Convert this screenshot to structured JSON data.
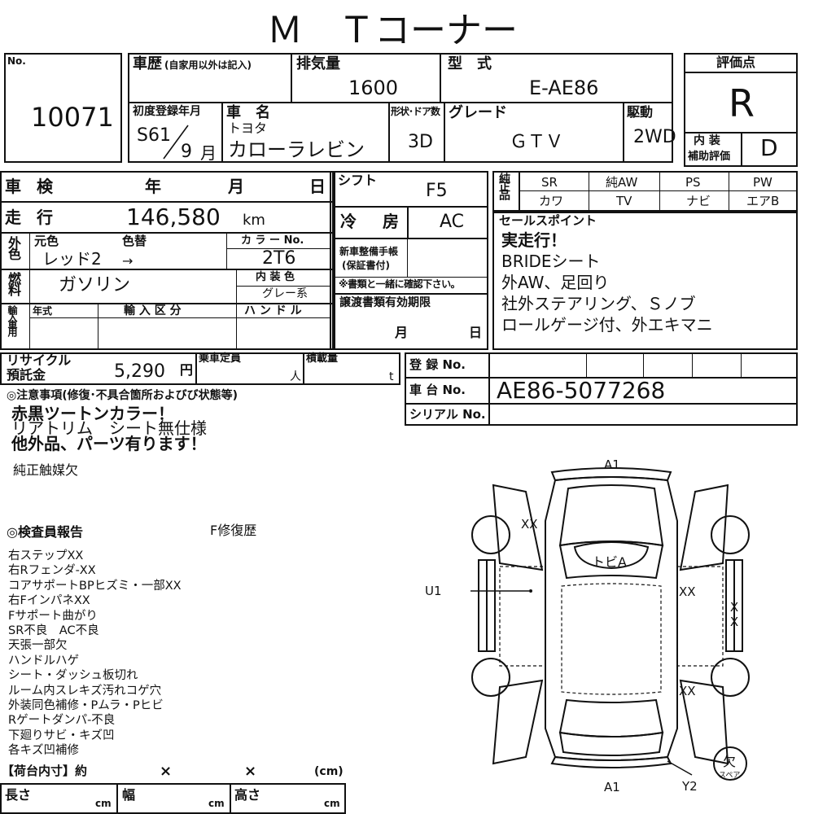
{
  "title": "Ｍ　Ｔコーナー",
  "lot": {
    "label": "No.",
    "number": "10071"
  },
  "history": {
    "label": "車歴",
    "note": "(自家用以外は記入)"
  },
  "displacement": {
    "label": "排気量",
    "value": "1600"
  },
  "model": {
    "label": "型　式",
    "value": "E-AE86"
  },
  "rating": {
    "label": "評価点",
    "value": "R",
    "interior_label_1": "内 装",
    "interior_label_2": "補助評価",
    "interior_value": "D"
  },
  "first_reg": {
    "label": "初度登録年月",
    "era": "S61",
    "month": "9",
    "month_unit": "月"
  },
  "name": {
    "label": "車　名",
    "maker": "トヨタ",
    "value": "カローラレビン"
  },
  "body_type": {
    "label": "形状･ドア数",
    "value": "3D"
  },
  "grade": {
    "label": "グレード",
    "value": "ＧＴＶ"
  },
  "drive": {
    "label": "駆動",
    "value": "2WD"
  },
  "inspection": {
    "label": "車 検",
    "year": "年",
    "month": "月",
    "day": "日"
  },
  "mileage": {
    "label": "走 行",
    "value": "146,580",
    "unit": "km"
  },
  "shift": {
    "label": "シフト",
    "value": "F5"
  },
  "aircon": {
    "label": "冷　房",
    "value": "AC"
  },
  "options": {
    "side_label": "純正品",
    "row1": [
      "SR",
      "純AW",
      "PS",
      "PW"
    ],
    "row2": [
      "カワ",
      "TV",
      "ナビ",
      "エアB"
    ]
  },
  "exterior": {
    "side_label": "外色",
    "orig_label": "元色",
    "repaint_label": "色替",
    "value": "レッド2",
    "arrow": "→"
  },
  "color_no": {
    "label": "カ ラ ー No.",
    "value": "2T6"
  },
  "fuel": {
    "side_label": "燃料",
    "value": "ガソリン"
  },
  "interior_color": {
    "label": "内 装 色",
    "value": "グレー系"
  },
  "maintenance": {
    "label_1": "新車整備手帳",
    "label_2": "(保証書付)",
    "note": "※書類と一緒に確認下さい。"
  },
  "sales_point": {
    "label": "セールスポイント",
    "lines": [
      "実走行！",
      "BRIDEシート",
      "外AW、足回り",
      "社外ステアリング、Ｓノブ",
      "ロールゲージ付、外エキマニ"
    ]
  },
  "import": {
    "side_label": "輸入車用",
    "year_label": "年式",
    "kind_label": "輸 入 区 分",
    "handle_label": "ハ ン ド ル"
  },
  "transfer": {
    "label": "譲渡書類有効期限",
    "month": "月",
    "day": "日"
  },
  "recycle": {
    "label_1": "リサイクル",
    "label_2": "預託金",
    "value": "5,290",
    "unit": "円"
  },
  "capacity": {
    "label": "乗車定員",
    "unit": "人"
  },
  "load": {
    "label": "積載量",
    "unit": "t"
  },
  "registration": {
    "label": "登 録 No."
  },
  "chassis": {
    "label": "車 台 No.",
    "value": "AE86-5077268"
  },
  "serial": {
    "label": "シリアル No."
  },
  "notes": {
    "label": "◎注意事項(修復･不具合箇所およびび状態等)",
    "lines": [
      "赤黒ツートンカラー！",
      "リアトリム　シート無仕様",
      "他外品、パーツ有ります！"
    ],
    "extra": "純正触媒欠"
  },
  "inspector": {
    "label": "◎検査員報告",
    "repair": "F修復歴",
    "lines": [
      "右ステップXX",
      "右Rフェンダ-XX",
      "コアサポートBPヒズミ・一部XX",
      "右FインパネXX",
      "Fサポート曲がり",
      "SR不良　AC不良",
      "天張一部欠",
      "ハンドルハゲ",
      "シート・ダッシュ板切れ",
      "ルーム内スレキズ汚れコゲ穴",
      "外装同色補修・Pムラ・Pヒビ",
      "Rゲートダンパ-不良",
      "下廻りサビ・キズ凹",
      "各キズ凹補修"
    ]
  },
  "cargo": {
    "label": "【荷台内寸】約",
    "x1": "×",
    "x2": "×",
    "unit": "(cm)",
    "length_label": "長さ",
    "width_label": "幅",
    "height_label": "高さ",
    "cm": "cm"
  },
  "diagram": {
    "a1_top": "A1",
    "a1_bottom": "A1",
    "u1": "U1",
    "y2": "Y2",
    "roof": "トビA",
    "xx_lf": "XX",
    "xx_right_door": "XX",
    "xx_right_side": "XX",
    "xx_rr": "XX",
    "spare_mark": "欠",
    "spare_label": "スペア"
  }
}
